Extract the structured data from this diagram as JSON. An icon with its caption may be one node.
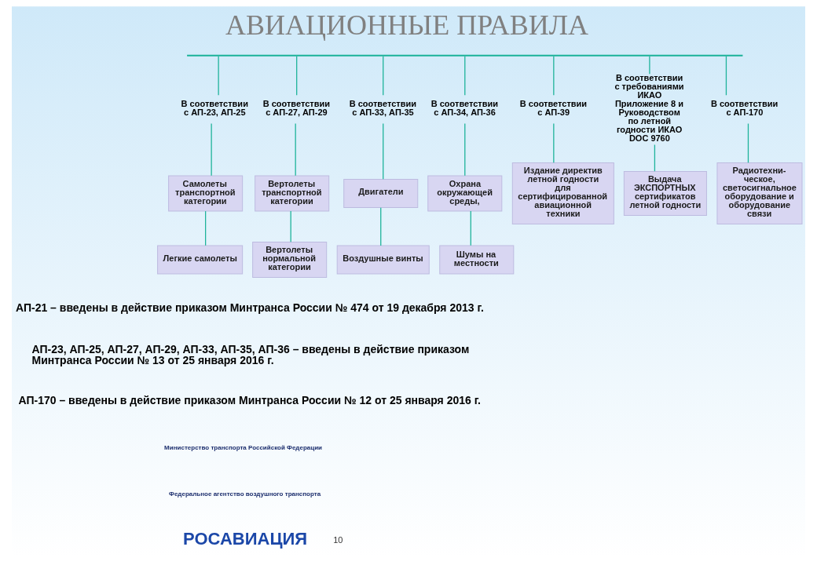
{
  "diagram": {
    "title": "АВИАЦИОННЫЕ ПРАВИЛА",
    "nodes": [
      {
        "text": [],
        "shape": "bar"
      },
      {
        "text": [
          "В соответствии с АП-23, АП-25"
        ]
      },
      {
        "text": [
          "Самолеты транспортной категории"
        ]
      },
      {
        "text": [
          "Легкие самолеты"
        ]
      },
      {
        "text": [
          "В соответствии с АП-27, АП-29"
        ]
      },
      {
        "text": [
          "Вертолеты транспортной категории"
        ]
      },
      {
        "text": [
          "Вертолеты нормальной категории"
        ]
      },
      {
        "text": [
          "В соответствии с АП-33, АП-35"
        ]
      },
      {
        "text": [
          "Двигатели"
        ]
      },
      {
        "text": [
          "Воздушные винты"
        ]
      },
      {
        "text": [
          "В соответствии с АП-34, АП-36"
        ]
      },
      {
        "text": [
          "Охрана окружающей среды,"
        ]
      },
      {
        "text": [
          "Шумы на местности"
        ]
      },
      {
        "text": [
          "В соответствии с АП-39"
        ]
      },
      {
        "text": [
          "Издание директив летной годности для сертифицированной авиационной техники"
        ]
      },
      {
        "text": [
          "В соответствии с требованиями ИКАО Приложение 8 и Руководством по летной годности ИКАО DOC 9760"
        ]
      },
      {
        "text": [
          "Выдача ЭКСПОРТНЫХ сертификатов летной годности"
        ]
      },
      {
        "text": [
          "В соответствии с АП-170"
        ]
      },
      {
        "text": [
          "Радиотехни- ческое, светосигнальное оборудование и оборудование связи"
        ]
      }
    ],
    "edges": [
      {
        "from": 0,
        "to": 1,
        "arrow": "none"
      },
      {
        "from": 0,
        "to": 4,
        "arrow": "none"
      },
      {
        "from": 0,
        "to": 7,
        "arrow": "none"
      },
      {
        "from": 0,
        "to": 10,
        "arrow": "none"
      },
      {
        "from": 0,
        "to": 13,
        "arrow": "none"
      },
      {
        "from": 0,
        "to": 15,
        "arrow": "none"
      },
      {
        "from": 0,
        "to": 17,
        "arrow": "none"
      },
      {
        "from": 1,
        "to": 2,
        "arrow": "none"
      },
      {
        "from": 2,
        "to": 3,
        "arrow": "none"
      },
      {
        "from": 4,
        "to": 5,
        "arrow": "none"
      },
      {
        "from": 5,
        "to": 6,
        "arrow": "none"
      },
      {
        "from": 7,
        "to": 8,
        "arrow": "none"
      },
      {
        "from": 8,
        "to": 9,
        "arrow": "none"
      },
      {
        "from": 10,
        "to": 11,
        "arrow": "none"
      },
      {
        "from": 11,
        "to": 12,
        "arrow": "none"
      },
      {
        "from": 13,
        "to": 14,
        "arrow": "none"
      },
      {
        "from": 15,
        "to": 16,
        "arrow": "none"
      },
      {
        "from": 17,
        "to": 18,
        "arrow": "none"
      }
    ],
    "labels": [
      "АП-21 – введены в действие приказом Минтранса России № 474 от 19 декабря 2013 г.",
      "АП-23, АП-25, АП-27, АП-29, АП-33, АП-35, АП-36 – введены в действие приказом Минтранса России № 13 от 25 января 2016 г.",
      "АП-170 – введены в действие приказом Минтранса России № 12 от 25 января 2016 г.",
      "Министерство транспорта Российской Федерации",
      "Федеральное агентство воздушного транспорта",
      "РОСАВИАЦИЯ",
      "10"
    ]
  }
}
